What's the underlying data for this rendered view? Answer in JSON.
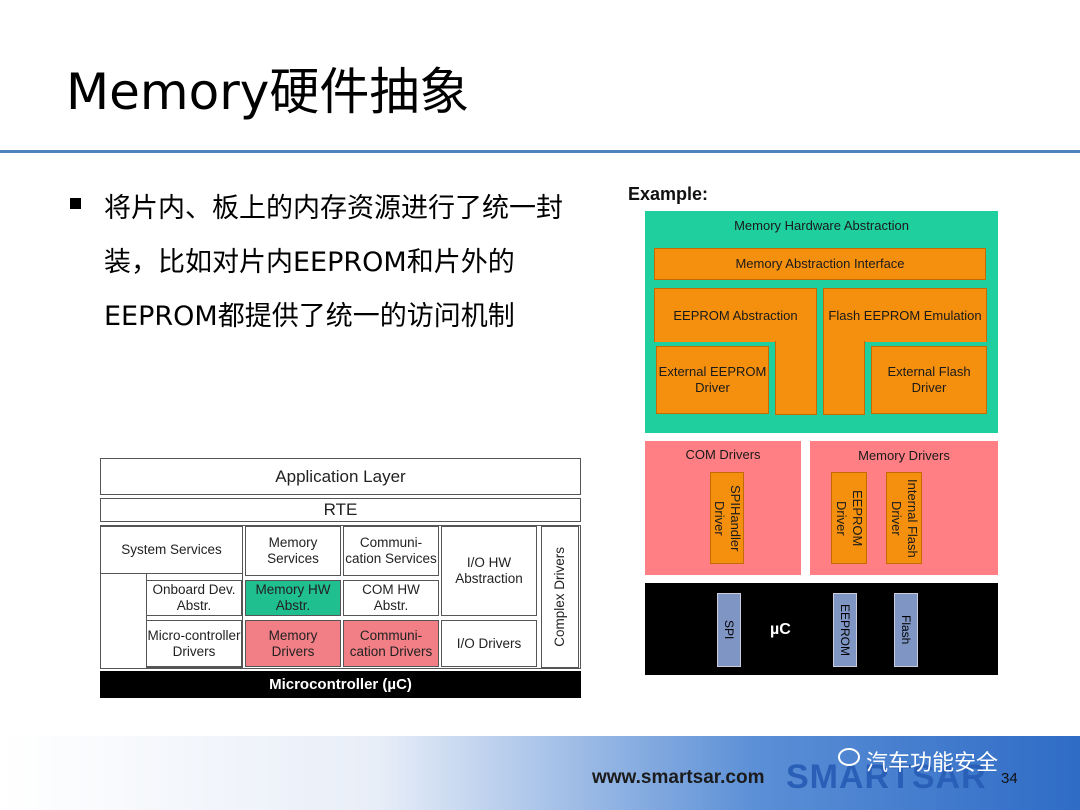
{
  "slide": {
    "title": "Memory硬件抽象",
    "bullet": "将片内、板上的内存资源进行了统一封装，比如对片内EEPROM和片外的EEPROM都提供了统一的访问机制",
    "page_number": "34"
  },
  "layer_diagram": {
    "application_layer": "Application Layer",
    "rte": "RTE",
    "system_services": "System Services",
    "memory_services": "Memory Services",
    "communication_services": "Communi-cation Services",
    "io_hw_abstraction": "I/O HW Abstraction",
    "complex_drivers": "Complex Drivers",
    "onboard_dev_abstr": "Onboard Dev. Abstr.",
    "memory_hw_abstr": "Memory HW Abstr.",
    "com_hw_abstr": "COM HW Abstr.",
    "microcontroller_drivers": "Micro-controller Drivers",
    "memory_drivers": "Memory Drivers",
    "communication_drivers": "Communi-cation Drivers",
    "io_drivers": "I/O Drivers",
    "microcontroller": "Microcontroller (µC)"
  },
  "example": {
    "label": "Example:",
    "memory_hw_abstraction": "Memory Hardware Abstraction",
    "memory_abstraction_interface": "Memory Abstraction Interface",
    "eeprom_abstraction": "EEPROM Abstraction",
    "flash_eeprom_emulation": "Flash EEPROM Emulation",
    "external_eeprom_driver": "External EEPROM Driver",
    "external_flash_driver": "External Flash Driver",
    "com_drivers": "COM Drivers",
    "memory_drivers": "Memory Drivers",
    "spi_handler_driver": "SPIHandler Driver",
    "eeprom_driver": "EEPROM Driver",
    "internal_flash_driver": "Internal Flash Driver",
    "uc": "µC",
    "spi": "SPI",
    "eeprom": "EEPROM",
    "flash": "Flash"
  },
  "footer": {
    "url": "www.smartsar.com",
    "logo": "SMARTSAR",
    "wechat_account": "汽车功能安全"
  }
}
